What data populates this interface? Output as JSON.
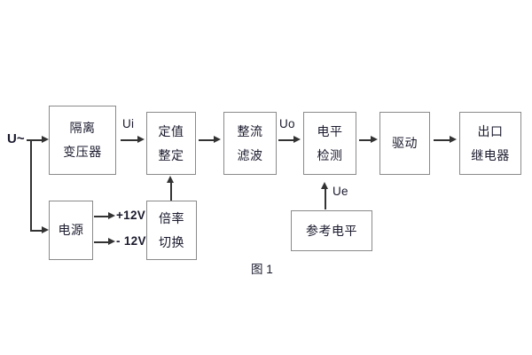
{
  "figure": {
    "caption": "图 1",
    "background_color": "#ffffff",
    "box_border_color": "#8a8a8a",
    "wire_color": "#333333",
    "text_color": "#1a1a2e"
  },
  "source_label": "U~",
  "blocks": [
    {
      "id": "isolation-transformer",
      "lines": [
        "隔离",
        "变压器"
      ]
    },
    {
      "id": "setting-value",
      "lines": [
        "定值",
        "整定"
      ]
    },
    {
      "id": "rectifier-filter",
      "lines": [
        "整流",
        "滤波"
      ]
    },
    {
      "id": "level-detection",
      "lines": [
        "电平",
        "检测"
      ]
    },
    {
      "id": "drive",
      "lines": [
        "驱动"
      ]
    },
    {
      "id": "output-relay",
      "lines": [
        "出口",
        "继电器"
      ]
    },
    {
      "id": "power-supply",
      "lines": [
        "电源"
      ]
    },
    {
      "id": "multiplier-switch",
      "lines": [
        "倍率",
        "切换"
      ]
    },
    {
      "id": "reference-level",
      "lines": [
        "参考电平"
      ]
    }
  ],
  "signals": {
    "ui": "Ui",
    "uo": "Uo",
    "ue": "Ue",
    "rail_positive": "+12V",
    "rail_negative": "- 12V"
  }
}
